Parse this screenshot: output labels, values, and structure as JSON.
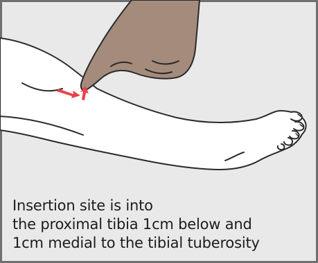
{
  "illustration": {
    "subject": "tibial intraosseous insertion site",
    "caption_lines": [
      "Insertion site is into",
      "the proximal tibia 1cm below and",
      "1cm medial to the tibial tuberosity"
    ]
  },
  "colors": {
    "background": "#e9e9e9",
    "border": "#6f6f6f",
    "leg_fill": "#ffffff",
    "outline": "#2a2a2a",
    "finger_fill": "#a48b7c",
    "arrow": "#e8414b",
    "text": "#1c1c1c"
  },
  "icons": {
    "arrow": "red-arrow-icon"
  }
}
